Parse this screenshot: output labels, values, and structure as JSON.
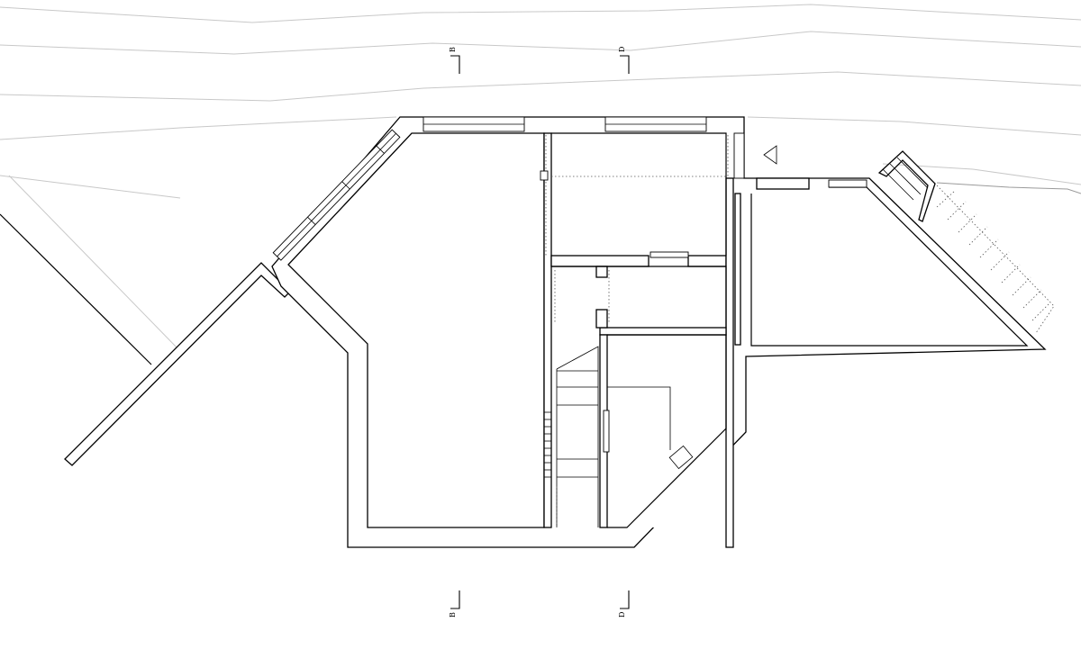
{
  "section_markers": {
    "top_left": "B",
    "top_right": "D",
    "bottom_left": "B",
    "bottom_right": "D"
  },
  "colors": {
    "background": "#ffffff",
    "wall_stroke": "#000000",
    "contour": "#c8c8c8"
  }
}
